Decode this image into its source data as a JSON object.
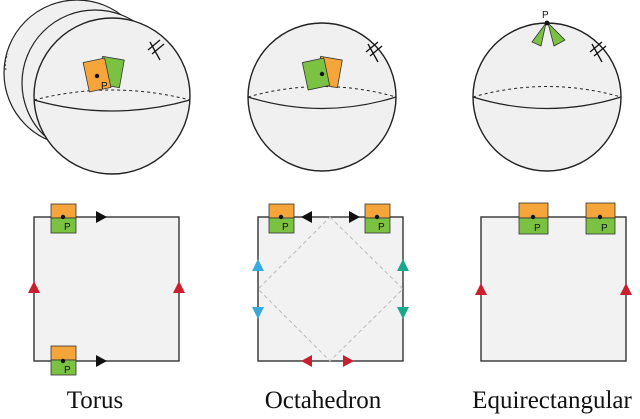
{
  "panels": [
    {
      "id": "torus",
      "caption": "Torus"
    },
    {
      "id": "octahedron",
      "caption": "Octahedron"
    },
    {
      "id": "equirectangular",
      "caption": "Equirectangular"
    }
  ],
  "point_label": "P",
  "colors": {
    "orange": "#f5a53a",
    "green": "#7bc142",
    "red": "#c8202f",
    "blue": "#3aa9e0",
    "teal": "#1aa88a",
    "black": "#111111",
    "sphere_fill": "#f0f0f0",
    "square_fill": "#f2f2f2"
  }
}
